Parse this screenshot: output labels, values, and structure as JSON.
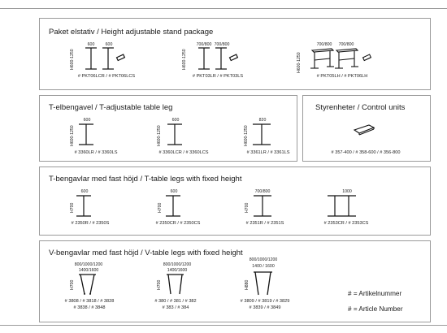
{
  "sections": {
    "stand": {
      "title": "Paket elstativ / Height adjustable stand package",
      "height_label": "H600-1250",
      "items": [
        {
          "widths": [
            "600",
            "600"
          ],
          "code": "# PKT06LCR / # PKT06LCS"
        },
        {
          "widths": [
            "700/800",
            "700/800"
          ],
          "code": "# PKT03LR / # PKT03LS"
        },
        {
          "widths": [
            "700/800",
            "700/800"
          ],
          "code": "# PKT05LH / # PKT06LH"
        }
      ]
    },
    "t_adjustable": {
      "title": "T-elbengavel / T-adjustable table leg",
      "height_label": "H600-1250",
      "items": [
        {
          "width": "600",
          "code": "# 3360LR / # 3360LS"
        },
        {
          "width": "600",
          "code": "# 3360LCR / # 3360LCS"
        },
        {
          "width": "820",
          "code": "# 3361LR / # 3361LS"
        }
      ]
    },
    "control": {
      "title": "Styrenheter / Control units",
      "code": "# 357-400 / # 358-600 / # 356-800"
    },
    "t_fixed": {
      "title": "T-bengavlar med fast höjd / T-table legs with fixed height",
      "height_label": "H700",
      "items": [
        {
          "width": "600",
          "code": "# 2350R / # 2350S"
        },
        {
          "width": "600",
          "code": "# 2350CR / # 2350CS"
        },
        {
          "width": "700/800",
          "code": "# 2351R / # 2351S"
        },
        {
          "width": "1000",
          "code": "# 2353CR / # 2353CS"
        }
      ]
    },
    "v_fixed": {
      "title": "V-bengavlar med fast höjd / V-table legs with fixed height",
      "items": [
        {
          "height_label": "H700",
          "width_top": "800/1000/1200",
          "width_bottom": "1400/1600",
          "code1": "# 3808 / # 3818 / # 3828",
          "code2": "# 3838 / # 3848"
        },
        {
          "height_label": "H700",
          "width_top": "800/1000/1200",
          "width_bottom": "1400/1600",
          "code1": "# 380 / # 381 / # 382",
          "code2": "# 383 / # 384"
        },
        {
          "height_label": "H880",
          "width_top": "800/1000/1200",
          "width_bottom": "1400 / 1600",
          "code1": "# 3809 / # 3819 / # 3829",
          "code2": "# 3839 / # 3849"
        }
      ]
    }
  },
  "legend": {
    "line1": "# = Artikelnummer",
    "line2": "# = Article Number"
  }
}
